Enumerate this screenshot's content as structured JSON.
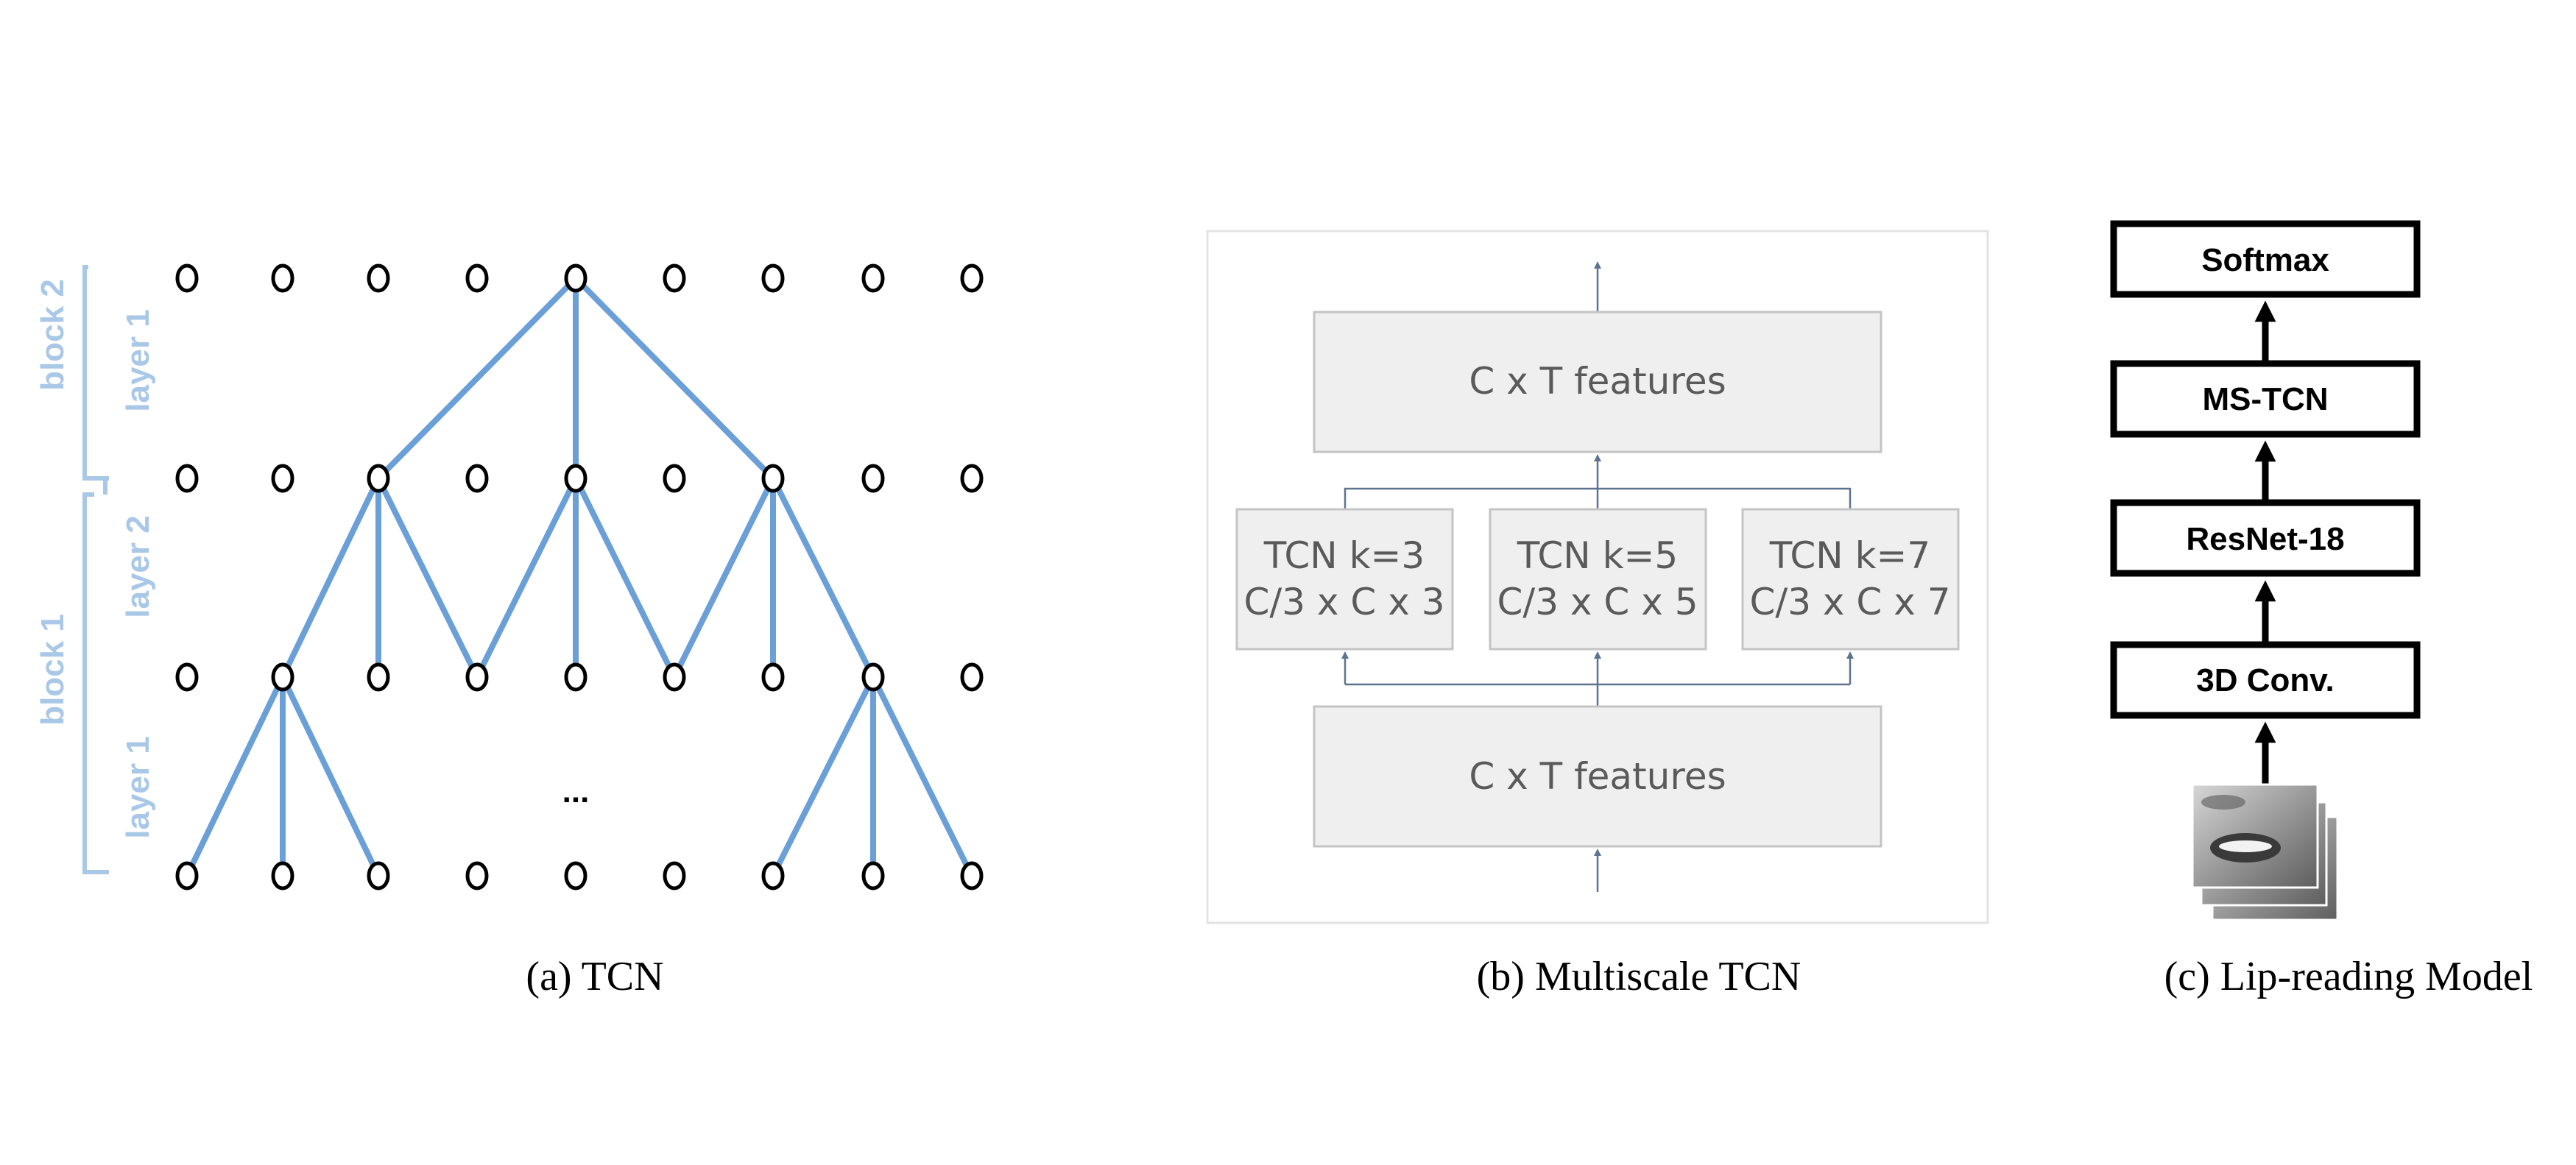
{
  "panels": {
    "a": {
      "caption": "(a) TCN",
      "labels": {
        "block2": "block 2",
        "block1": "block 1",
        "b2_layer1": "layer 1",
        "b1_layer2": "layer 2",
        "b1_layer1": "layer 1"
      },
      "ellipsis": "...",
      "colors": {
        "edge": "#6a9fd8",
        "bracket": "#a9c8e8",
        "node": "#000000"
      }
    },
    "b": {
      "caption": "(b) Multiscale TCN",
      "top_box": "C x T features",
      "bottom_box": "C x T features",
      "branches": [
        {
          "line1": "TCN k=3",
          "line2": "C/3 x C x 3"
        },
        {
          "line1": "TCN k=5",
          "line2": "C/3 x C x 5"
        },
        {
          "line1": "TCN k=7",
          "line2": "C/3 x C x 7"
        }
      ],
      "colors": {
        "box_fill": "#efefef",
        "box_border": "#c4c4c4",
        "arrow": "#5e7390"
      }
    },
    "c": {
      "caption": "(c) Lip-reading Model",
      "stack": [
        "Softmax",
        "MS-TCN",
        "ResNet-18",
        "3D Conv."
      ]
    }
  }
}
